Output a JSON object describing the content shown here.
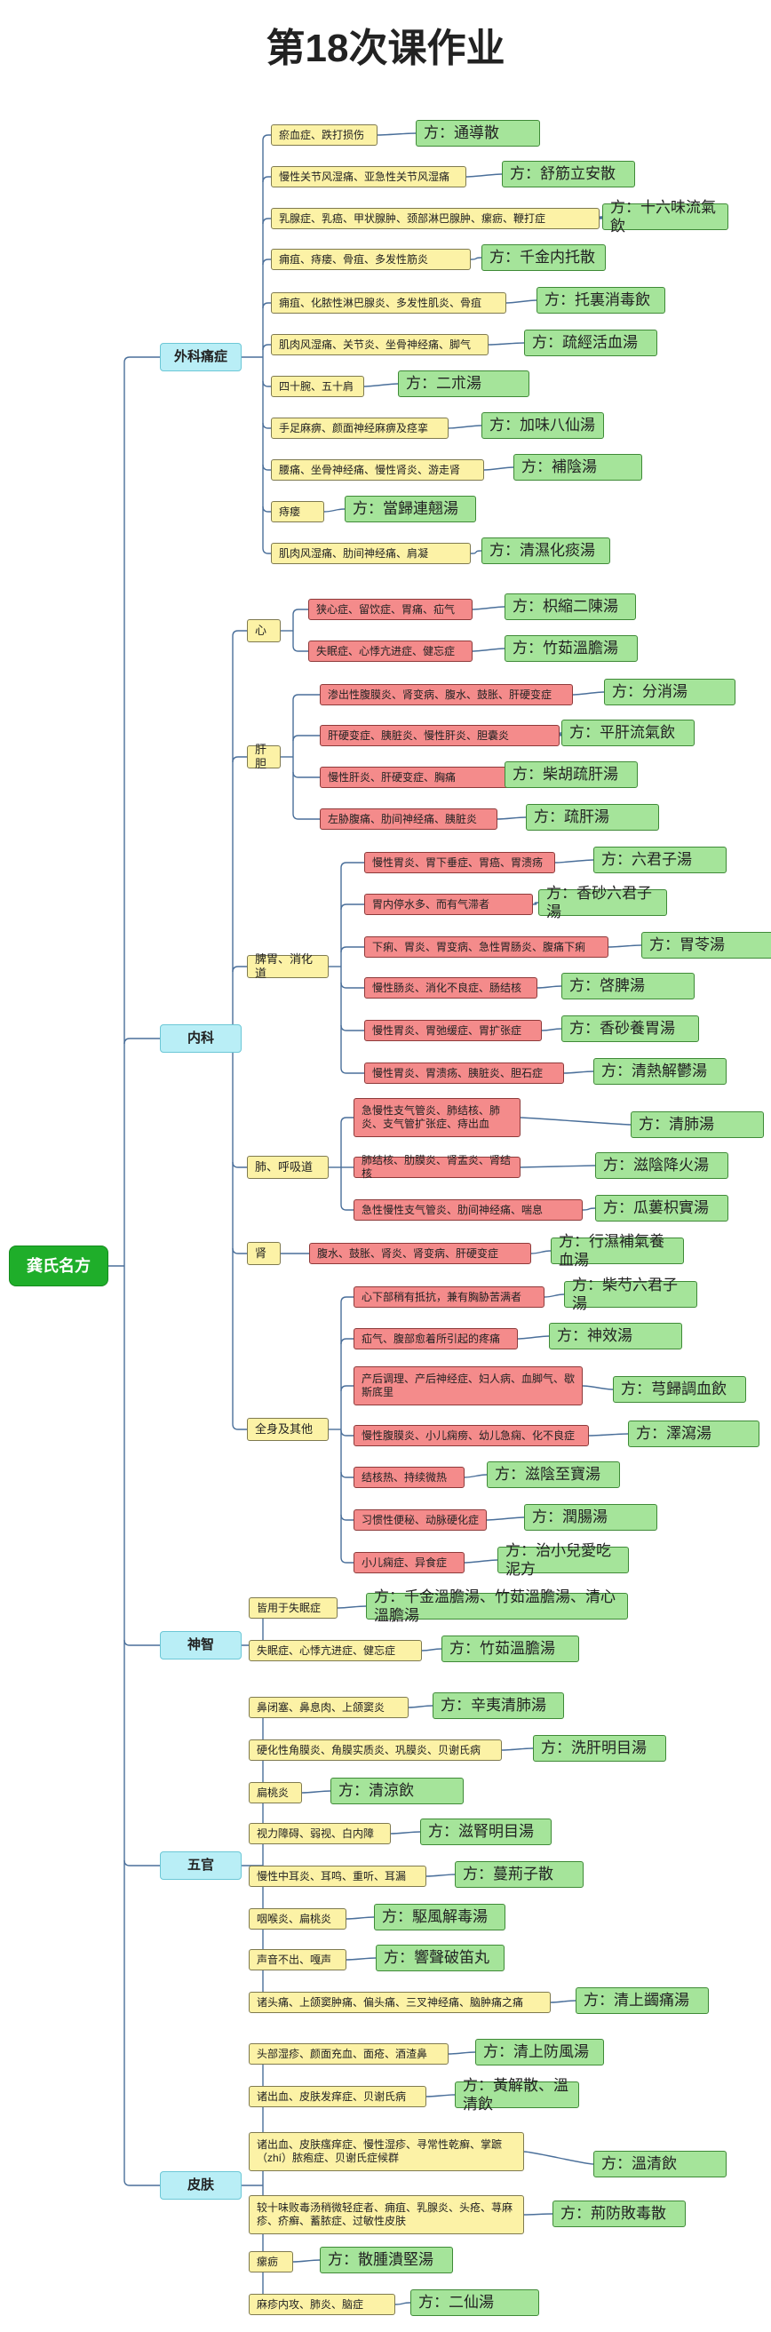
{
  "title": "第18次课作业",
  "root": "龚氏名方",
  "categories": [
    {
      "label": "外科痛症",
      "items": [
        {
          "cond": "瘀血症、跌打损伤",
          "rx": "方：通導散"
        },
        {
          "cond": "慢性关节风湿痛、亚急性关节风湿痛",
          "rx": "方：舒筋立安散"
        },
        {
          "cond": "乳腺症、乳癌、甲状腺肿、颈部淋巴腺肿、瘰疬、鞭打症",
          "rx": "方：十六味流氣飲"
        },
        {
          "cond": "痈疽、痔瘘、骨疽、多发性筋炎",
          "rx": "方：千金内托散"
        },
        {
          "cond": "痈疽、化脓性淋巴腺炎、多发性肌炎、骨疽",
          "rx": "方：托裏消毒飲"
        },
        {
          "cond": "肌肉风湿痛、关节炎、坐骨神经痛、脚气",
          "rx": "方：疏經活血湯"
        },
        {
          "cond": "四十腕、五十肩",
          "rx": "方：二朮湯"
        },
        {
          "cond": "手足麻痹、颜面神经麻痹及痉挛",
          "rx": "方：加味八仙湯"
        },
        {
          "cond": "腰痛、坐骨神经痛、慢性肾炎、游走肾",
          "rx": "方：補陰湯"
        },
        {
          "cond": "痔瘘",
          "rx": "方：當歸連翹湯"
        },
        {
          "cond": "肌肉风湿痛、肋间神经痛、肩凝",
          "rx": "方：清濕化痰湯"
        }
      ]
    },
    {
      "label": "内科",
      "groups": [
        {
          "label": "心",
          "items": [
            {
              "cond": "狭心症、留饮症、胃痛、疝气",
              "rx": "方：枳縮二陳湯"
            },
            {
              "cond": "失眠症、心悸亢进症、健忘症",
              "rx": "方：竹茹溫膽湯"
            }
          ]
        },
        {
          "label": "肝胆",
          "items": [
            {
              "cond": "渗出性腹膜炎、肾变病、腹水、鼓胀、肝硬变症",
              "rx": "方：分消湯"
            },
            {
              "cond": "肝硬变症、胰脏炎、慢性肝炎、胆囊炎",
              "rx": "方：平肝流氣飲"
            },
            {
              "cond": "慢性肝炎、肝硬变症、胸痛",
              "rx": "方：柴胡疏肝湯"
            },
            {
              "cond": "左胁腹痛、肋间神经痛、胰脏炎",
              "rx": "方：疏肝湯"
            }
          ]
        },
        {
          "label": "脾胃、消化道",
          "items": [
            {
              "cond": "慢性胃炎、胃下垂症、胃癌、胃溃疡",
              "rx": "方：六君子湯"
            },
            {
              "cond": "胃内停水多、而有气滞者",
              "rx": "方：香砂六君子湯"
            },
            {
              "cond": "下痢、胃炎、胃变病、急性胃肠炎、腹痛下痢",
              "rx": "方：胃苓湯"
            },
            {
              "cond": "慢性肠炎、消化不良症、肠结核",
              "rx": "方：啓脾湯"
            },
            {
              "cond": "慢性胃炎、胃弛缓症、胃扩张症",
              "rx": "方：香砂養胃湯"
            },
            {
              "cond": "慢性胃炎、胃溃疡、胰脏炎、胆石症",
              "rx": "方：清熱解鬱湯"
            }
          ]
        },
        {
          "label": "肺、呼吸道",
          "items": [
            {
              "cond": "急慢性支气管炎、肺结核、肺炎、支气管扩张症、痔出血",
              "rx": "方：清肺湯"
            },
            {
              "cond": "肺结核、肋膜炎、肾盂炎、肾结核",
              "rx": "方：滋陰降火湯"
            },
            {
              "cond": "急性慢性支气管炎、肋间神经痛、喘息",
              "rx": "方：瓜蔞枳實湯"
            }
          ]
        },
        {
          "label": "肾",
          "items": [
            {
              "cond": "腹水、鼓胀、肾炎、肾变病、肝硬变症",
              "rx": "方：行濕補氣養血湯"
            }
          ]
        },
        {
          "label": "全身及其他",
          "items": [
            {
              "cond": "心下部稍有抵抗，兼有胸胁苦满者",
              "rx": "方：柴芍六君子湯"
            },
            {
              "cond": "疝气、腹部愈着所引起的疼痛",
              "rx": "方：神效湯"
            },
            {
              "cond": "产后调理、产后神经症、妇人病、血脚气、歇斯底里",
              "rx": "方：芎歸調血飲"
            },
            {
              "cond": "慢性腹膜炎、小儿痫痨、幼儿急痫、化不良症",
              "rx": "方：澤瀉湯"
            },
            {
              "cond": "结核热、持续微热",
              "rx": "方：滋陰至寶湯"
            },
            {
              "cond": "习惯性便秘、动脉硬化症",
              "rx": "方：潤腸湯"
            },
            {
              "cond": "小儿痫症、异食症",
              "rx": "方：治小兒愛吃泥方"
            }
          ]
        }
      ]
    },
    {
      "label": "神智",
      "items": [
        {
          "cond": "皆用于失眠症",
          "rx": "方：千金溫膽湯、竹茹溫膽湯、清心溫膽湯"
        },
        {
          "cond": "失眠症、心悸亢进症、健忘症",
          "rx": "方：竹茹溫膽湯"
        }
      ]
    },
    {
      "label": "五官",
      "items": [
        {
          "cond": "鼻闭塞、鼻息肉、上颌窦炎",
          "rx": "方：辛夷清肺湯"
        },
        {
          "cond": "硬化性角膜炎、角膜实质炎、巩膜炎、贝谢氏病",
          "rx": "方：洗肝明目湯"
        },
        {
          "cond": "扁桃炎",
          "rx": "方：清涼飲"
        },
        {
          "cond": "视力障碍、弱视、白内障",
          "rx": "方：滋腎明目湯"
        },
        {
          "cond": "慢性中耳炎、耳鸣、重听、耳漏",
          "rx": "方：蔓荊子散"
        },
        {
          "cond": "咽喉炎、扁桃炎",
          "rx": "方：駆風解毒湯"
        },
        {
          "cond": "声音不出、嘎声",
          "rx": "方：響聲破笛丸"
        },
        {
          "cond": "诸头痛、上颌窦肿痛、偏头痛、三叉神经痛、脑肿痛之痛",
          "rx": "方：清上蠲痛湯"
        }
      ]
    },
    {
      "label": "皮肤",
      "items": [
        {
          "cond": "头部湿疹、颜面充血、面疮、酒渣鼻",
          "rx": "方：清上防風湯"
        },
        {
          "cond": "诸出血、皮肤发痒症、贝谢氏病",
          "rx": "方：黃解散、溫清飲"
        },
        {
          "cond": "诸出血、皮肤瘙痒症、慢性湿疹、寻常性乾癣、掌蹠（zhí）脓疱症、贝谢氏症候群",
          "rx": "方：溫清飲"
        },
        {
          "cond": "较十味败毒汤稍微轻症者、痈疽、乳腺炎、头疮、荨麻疹、疥癣、蓄脓症、过敏性皮肤",
          "rx": "方：荊防敗毒散"
        },
        {
          "cond": "瘰疬",
          "rx": "方：散腫潰堅湯"
        },
        {
          "cond": "麻疹内攻、肺炎、脑症",
          "rx": "方：二仙湯"
        }
      ]
    }
  ]
}
